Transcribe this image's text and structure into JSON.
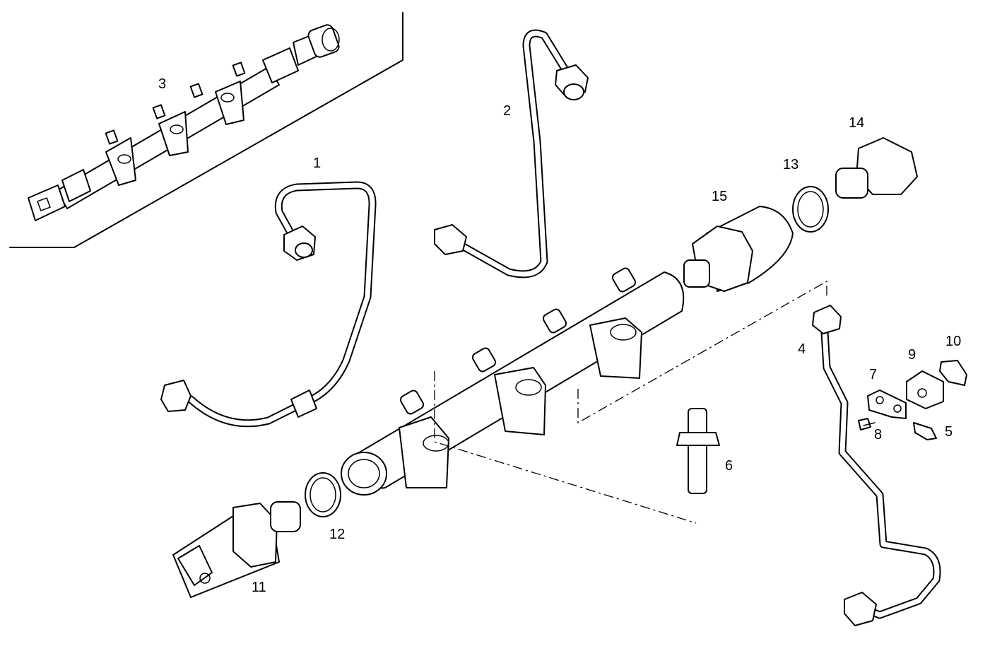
{
  "diagram": {
    "callouts": [
      {
        "id": "c1",
        "text": "1"
      },
      {
        "id": "c2",
        "text": "2"
      },
      {
        "id": "c3",
        "text": "3"
      },
      {
        "id": "c4",
        "text": "4"
      },
      {
        "id": "c5",
        "text": "5"
      },
      {
        "id": "c6",
        "text": "6"
      },
      {
        "id": "c7",
        "text": "7"
      },
      {
        "id": "c8",
        "text": "8"
      },
      {
        "id": "c9",
        "text": "9"
      },
      {
        "id": "c10",
        "text": "10"
      },
      {
        "id": "c11",
        "text": "11"
      },
      {
        "id": "c12",
        "text": "12"
      },
      {
        "id": "c13",
        "text": "13"
      },
      {
        "id": "c14",
        "text": "14"
      },
      {
        "id": "c15",
        "text": "15"
      }
    ],
    "line_color": "#000000",
    "background_color": "#ffffff"
  }
}
